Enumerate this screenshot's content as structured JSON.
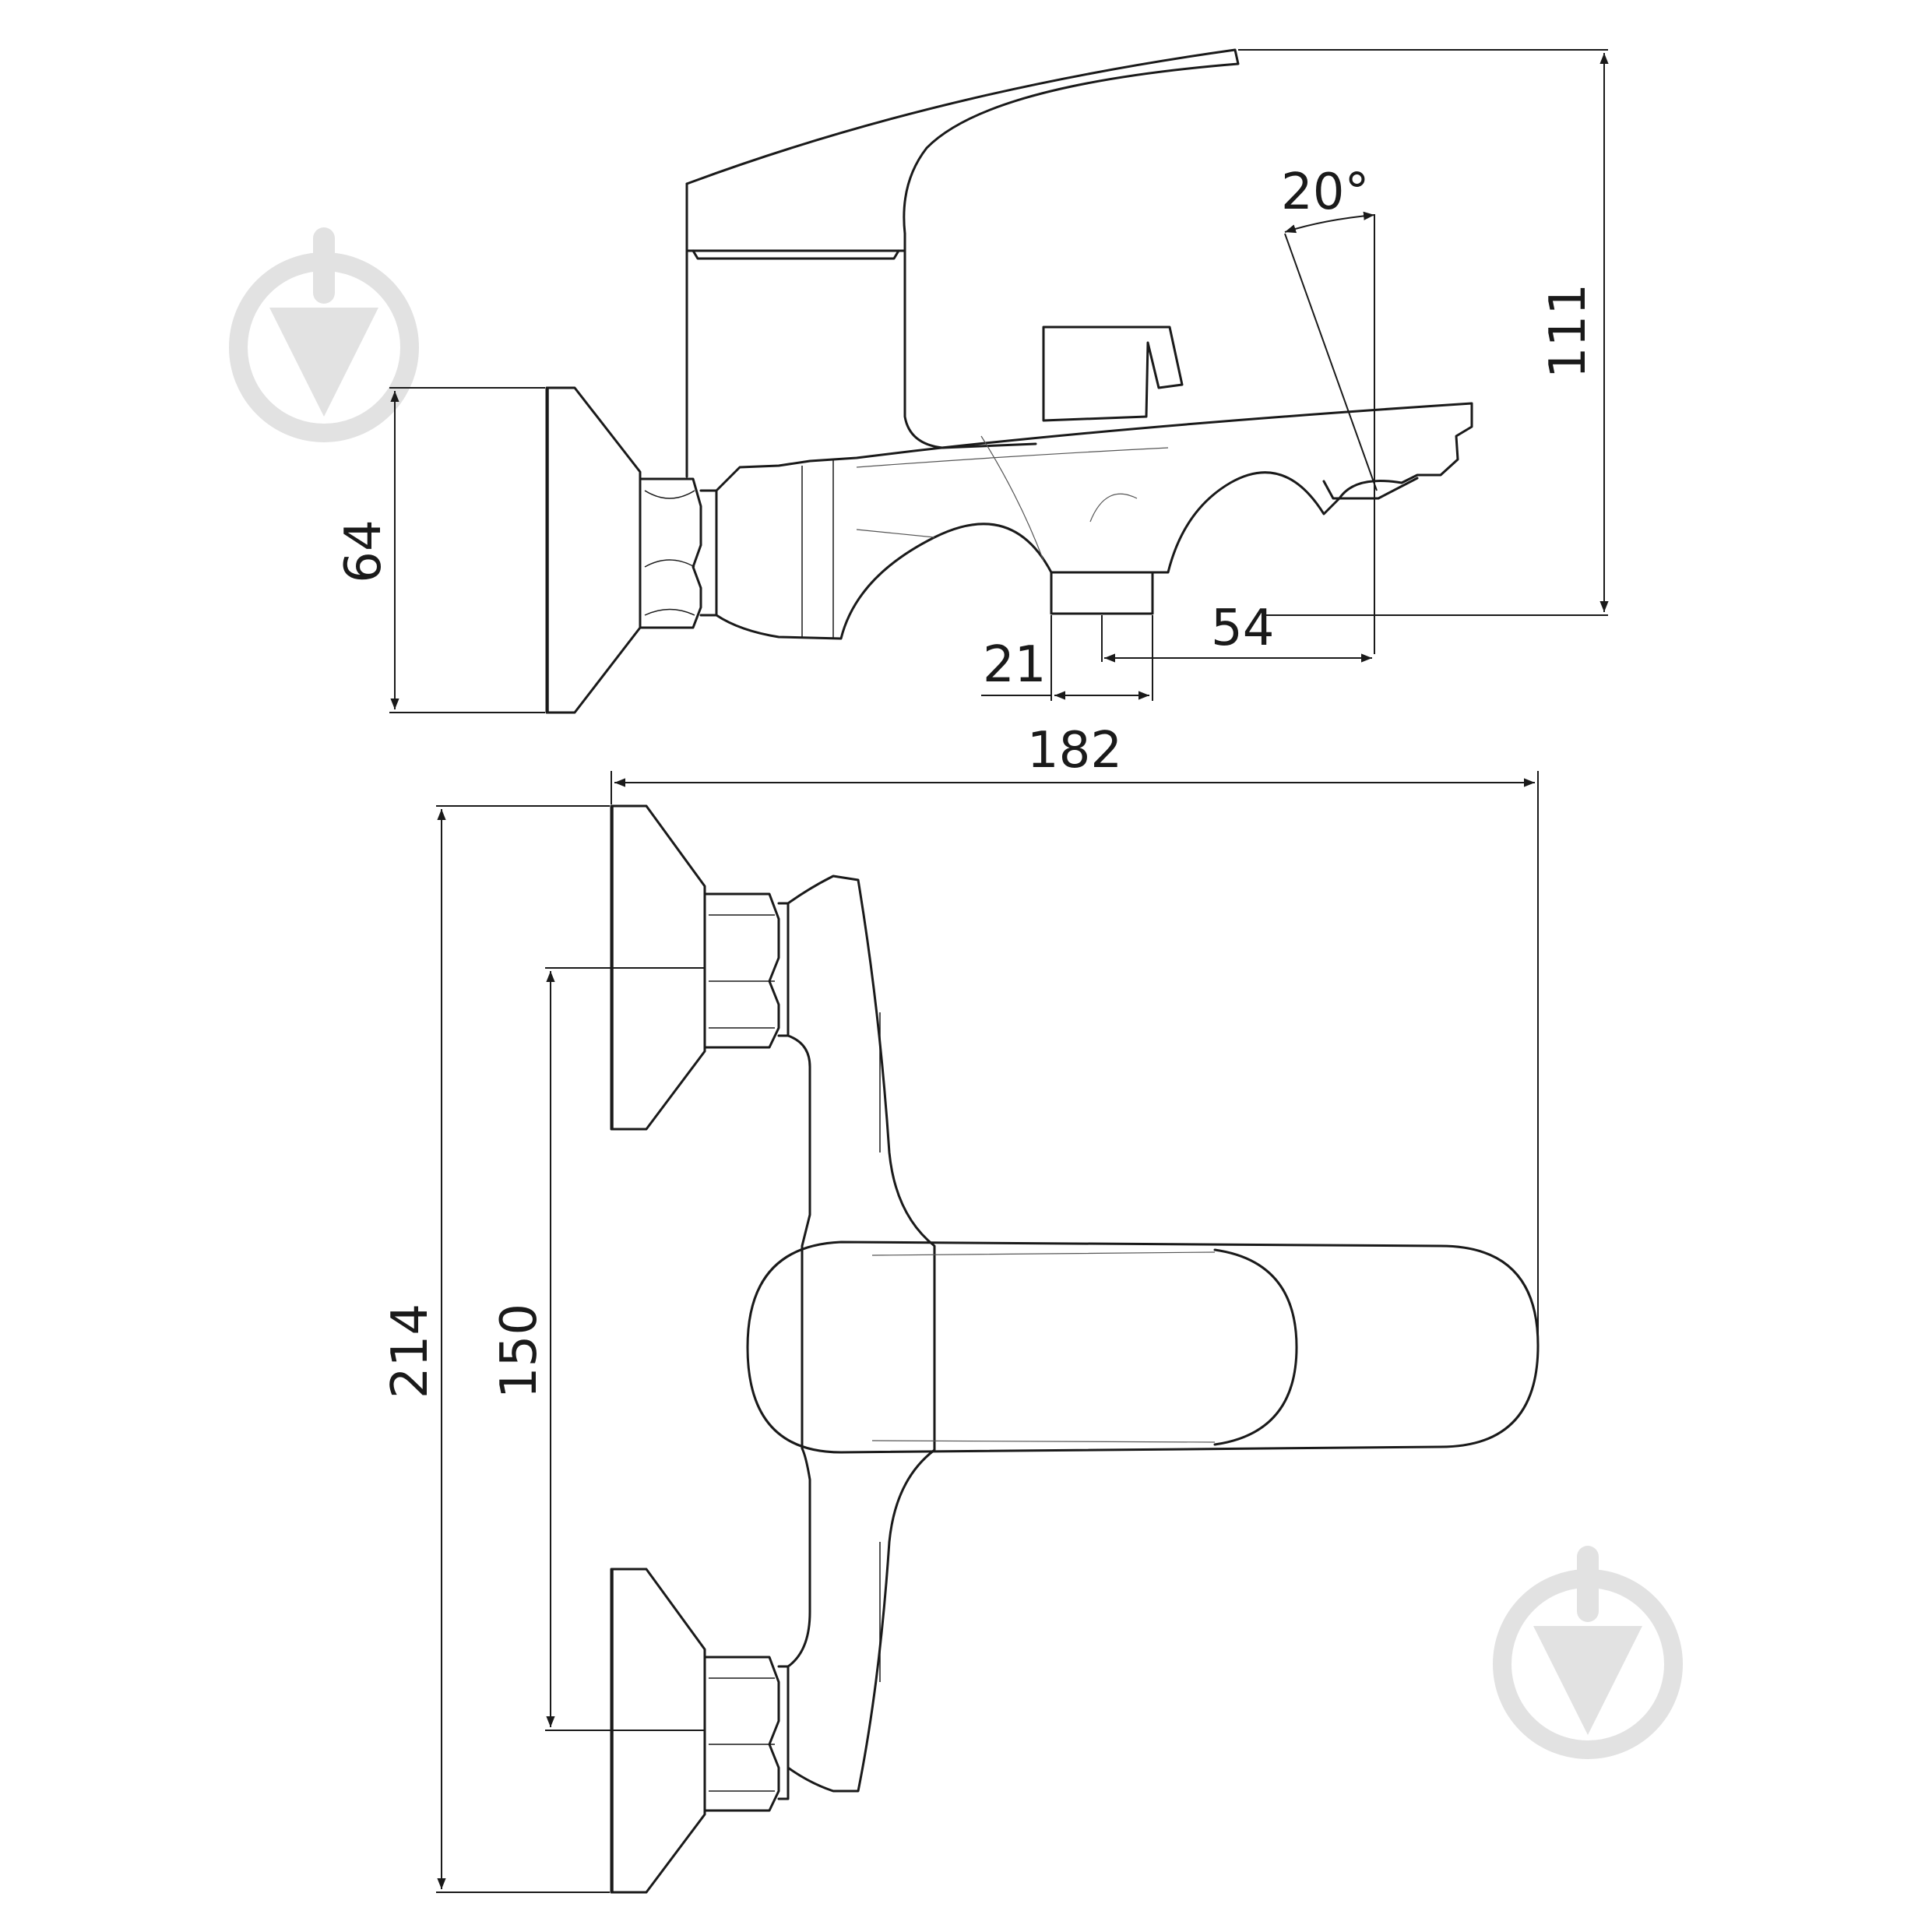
{
  "dimensions": {
    "height_total": "111",
    "spout_angle": "20°",
    "reach": "54",
    "outlet_diameter": "21",
    "flange_height": "64",
    "overall_width": "182",
    "overall_height": "214",
    "inlet_spacing": "150"
  },
  "colors": {
    "line": "#1a1a1a",
    "watermark": "#e2e2e2",
    "background": "#ffffff"
  },
  "watermark_icon": "drop-logo-icon"
}
